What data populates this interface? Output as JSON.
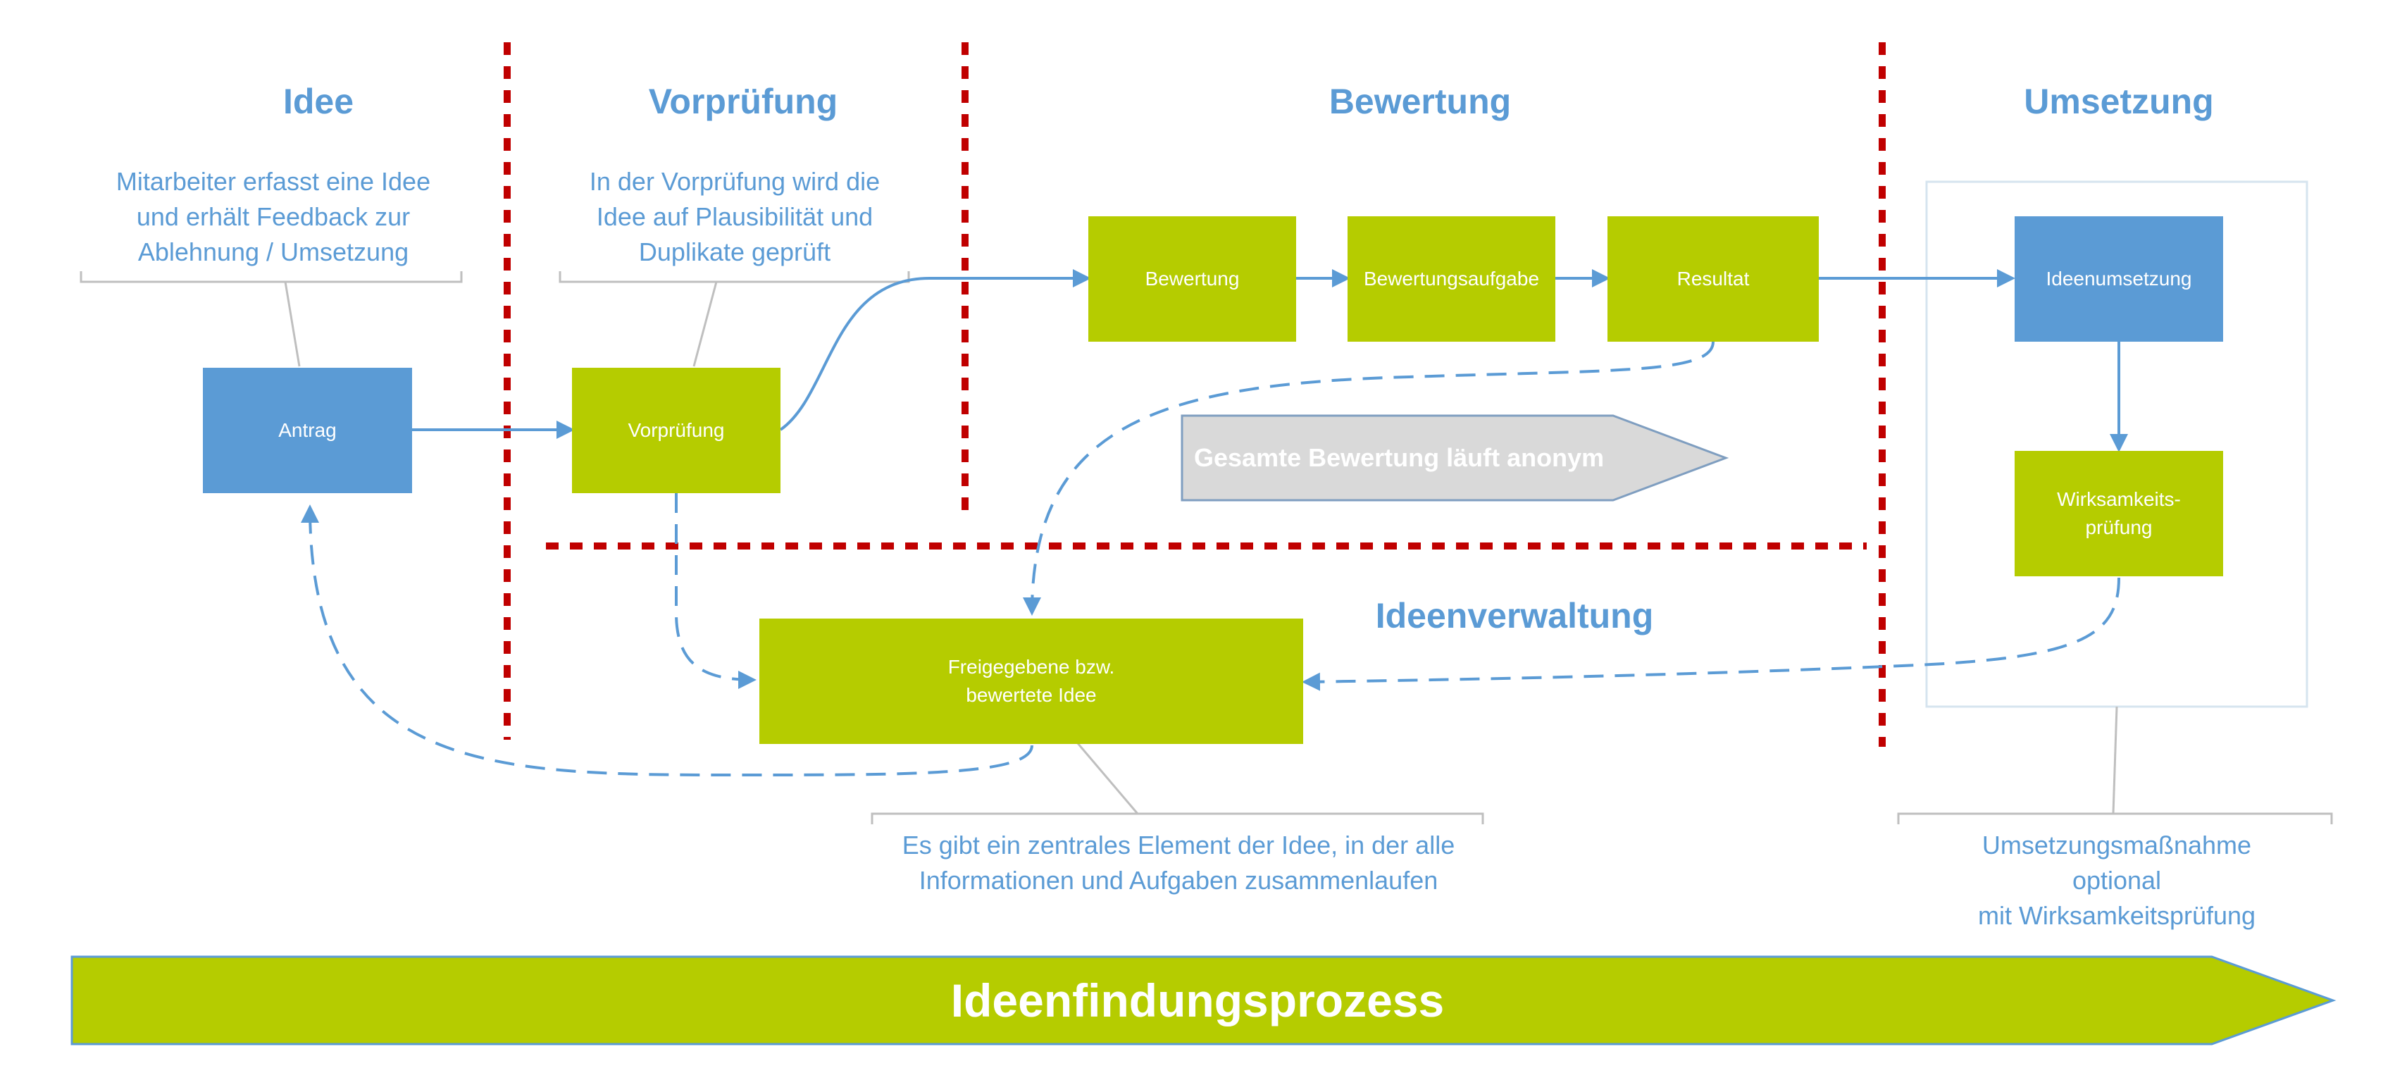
{
  "phases": {
    "idee": "Idee",
    "vorpruefung": "Vorprüfung",
    "bewertung": "Bewertung",
    "umsetzung": "Umsetzung",
    "ideenverwaltung": "Ideenverwaltung"
  },
  "descriptions": {
    "idee": "Mitarbeiter erfasst eine Idee\nund erhält Feedback zur\nAblehnung / Umsetzung",
    "vorpruefung": "In der Vorprüfung wird die\nIdee auf Plausibilität und\nDuplikate geprüft",
    "zentral": "Es gibt ein zentrales Element der Idee, in der alle\nInformationen und Aufgaben zusammenlaufen",
    "umsetzung": "Umsetzungsmaßnahme optional\nmit Wirksamkeitsprüfung"
  },
  "nodes": {
    "antrag": "Antrag",
    "vorpruefung": "Vorprüfung",
    "bewertung": "Bewertung",
    "bewertungsaufgabe": "Bewertungsaufgabe",
    "resultat": "Resultat",
    "ideenumsetzung": "Ideenumsetzung",
    "wirksamkeit": "Wirksamkeits-\nprüfung",
    "freigegeben": "Freigegebene bzw.\nbewertete Idee"
  },
  "banner": "Gesamte Bewertung läuft anonym",
  "process": "Ideenfindungsprozess",
  "colors": {
    "green": "#b5cc00",
    "blue": "#5b9bd5",
    "red_divider": "#c00000",
    "gray_banner": "#d9d9d9",
    "bracket": "#bfbfbf"
  }
}
